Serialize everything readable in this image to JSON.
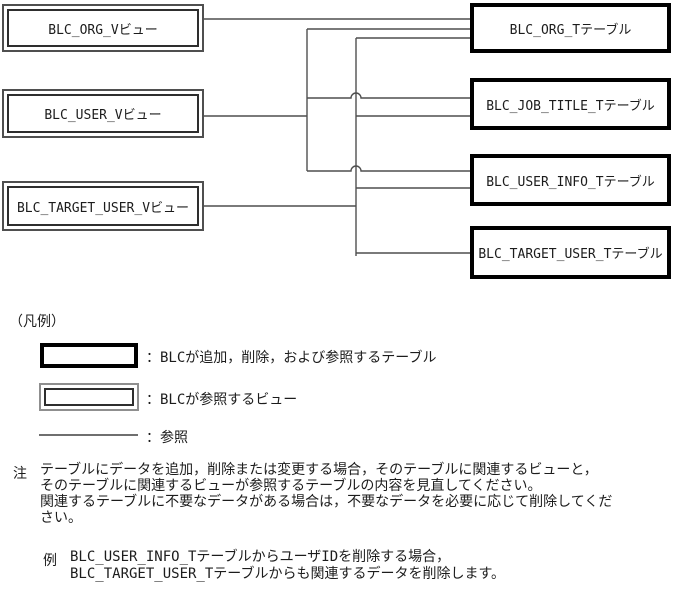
{
  "diagram": {
    "views": [
      {
        "label": "BLC_ORG_Vビュー"
      },
      {
        "label": "BLC_USER_Vビュー"
      },
      {
        "label": "BLC_TARGET_USER_Vビュー"
      }
    ],
    "tables": [
      {
        "label": "BLC_ORG_Tテーブル"
      },
      {
        "label": "BLC_JOB_TITLE_Tテーブル"
      },
      {
        "label": "BLC_USER_INFO_Tテーブル"
      },
      {
        "label": "BLC_TARGET_USER_Tテーブル"
      }
    ],
    "references": [
      {
        "from": "BLC_ORG_Vビュー",
        "to": [
          "BLC_ORG_Tテーブル"
        ]
      },
      {
        "from": "BLC_USER_Vビュー",
        "to": [
          "BLC_ORG_Tテーブル",
          "BLC_JOB_TITLE_Tテーブル",
          "BLC_USER_INFO_Tテーブル"
        ]
      },
      {
        "from": "BLC_TARGET_USER_Vビュー",
        "to": [
          "BLC_ORG_Tテーブル",
          "BLC_JOB_TITLE_Tテーブル",
          "BLC_USER_INFO_Tテーブル",
          "BLC_TARGET_USER_Tテーブル"
        ]
      }
    ]
  },
  "legend": {
    "title": "（凡例）",
    "items": [
      {
        "sample": "table-box",
        "label": "：BLCが追加，削除，および参照するテーブル"
      },
      {
        "sample": "view-box",
        "label": "：BLCが参照するビュー"
      },
      {
        "sample": "reference-line",
        "label": "：参照"
      }
    ]
  },
  "note": {
    "marker": "注",
    "body": "テーブルにデータを追加，削除または変更する場合，そのテーブルに関連するビューと，\nそのテーブルに関連するビューが参照するテーブルの内容を見直してください。\n関連するテーブルに不要なデータがある場合は，不要なデータを必要に応じて削除してくだ\nさい。",
    "example_marker": "例",
    "example_body": "BLC_USER_INFO_TテーブルからユーザIDを削除する場合，\nBLC_TARGET_USER_Tテーブルからも関連するデータを削除します。"
  },
  "colors": {
    "table_border": "#000000",
    "view_border": "#4f4f4f",
    "reference_line": "#4f4f4f",
    "text": "#1c1c1c",
    "background": "#ffffff"
  }
}
